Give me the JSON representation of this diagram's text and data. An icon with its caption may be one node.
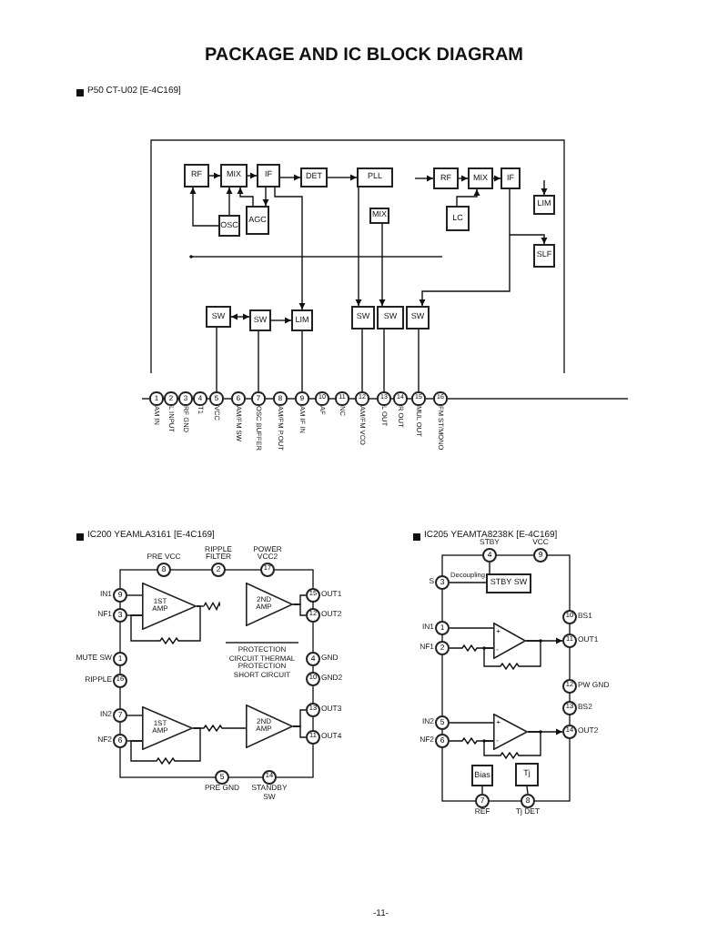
{
  "diagram": {
    "title": "PACKAGE AND IC BLOCK DIAGRAM",
    "nodes": [
      {
        "text": [
          "RF"
        ]
      },
      {
        "text": [
          "MIX"
        ]
      },
      {
        "text": [
          "IF"
        ]
      },
      {
        "text": [
          "DET"
        ]
      },
      {
        "text": [
          "PLL"
        ]
      },
      {
        "text": [
          "RF"
        ]
      },
      {
        "text": [
          "MIX"
        ]
      },
      {
        "text": [
          "IF"
        ]
      },
      {
        "text": [
          "LIM"
        ]
      },
      {
        "text": [
          "SLF"
        ]
      },
      {
        "text": [
          "OSC"
        ]
      },
      {
        "text": [
          "AGC"
        ]
      },
      {
        "text": [
          "MIX"
        ]
      },
      {
        "text": [
          "LC"
        ]
      },
      {
        "text": [
          "SW"
        ]
      },
      {
        "text": [
          "SW"
        ]
      },
      {
        "text": [
          "LIM"
        ]
      },
      {
        "text": [
          "SW"
        ]
      },
      {
        "text": [
          "SW"
        ]
      },
      {
        "text": [
          "SW"
        ]
      },
      {
        "text": [
          "1"
        ],
        "beside": [
          "AM IN"
        ]
      },
      {
        "text": [
          "2"
        ],
        "beside": [
          "L INPUT"
        ]
      },
      {
        "text": [
          "3"
        ],
        "beside": [
          "RF GND"
        ]
      },
      {
        "text": [
          "4"
        ],
        "beside": [
          "T1"
        ]
      },
      {
        "text": [
          "5"
        ],
        "beside": [
          "VCC"
        ]
      },
      {
        "text": [
          "6"
        ],
        "beside": [
          "AM/FM SW"
        ]
      },
      {
        "text": [
          "7"
        ],
        "beside": [
          "OSC BUFFER"
        ]
      },
      {
        "text": [
          "8"
        ],
        "beside": [
          "AM/FM P.OUT"
        ]
      },
      {
        "text": [
          "9"
        ],
        "beside": [
          "AM IF IN"
        ]
      },
      {
        "text": [
          "10"
        ],
        "beside": [
          "AF"
        ]
      },
      {
        "text": [
          "11"
        ],
        "beside": [
          "NC"
        ]
      },
      {
        "text": [
          "12"
        ],
        "beside": [
          "AM/FM VCO"
        ]
      },
      {
        "text": [
          "13"
        ],
        "beside": [
          "L OUT"
        ]
      },
      {
        "text": [
          "14"
        ],
        "beside": [
          "R OUT"
        ]
      },
      {
        "text": [
          "15"
        ],
        "beside": [
          "MUL OUT"
        ]
      },
      {
        "text": [
          "16"
        ],
        "beside": [
          "FM ST/MONO"
        ]
      },
      {
        "text": [
          "8"
        ],
        "beside": [
          "PRE VCC"
        ]
      },
      {
        "text": [
          "2"
        ],
        "beside": [
          "RIPPLE FILTER"
        ]
      },
      {
        "text": [
          "17"
        ],
        "beside": [
          "POWER VCC2"
        ]
      },
      {
        "text": [
          "9"
        ],
        "beside": [
          "IN1"
        ]
      },
      {
        "text": [
          "3"
        ],
        "beside": [
          "NF1"
        ]
      },
      {
        "text": [
          "1"
        ],
        "beside": [
          "MUTE SW"
        ]
      },
      {
        "text": [
          "16"
        ],
        "beside": [
          "RIPPLE"
        ]
      },
      {
        "text": [
          "7"
        ],
        "beside": [
          "IN2"
        ]
      },
      {
        "text": [
          "6"
        ],
        "beside": [
          "NF2"
        ]
      },
      {
        "text": [
          "15"
        ],
        "beside": [
          "OUT1"
        ]
      },
      {
        "text": [
          "12"
        ],
        "beside": [
          "OUT2"
        ]
      },
      {
        "text": [
          "4"
        ],
        "beside": [
          "GND"
        ]
      },
      {
        "text": [
          "10"
        ],
        "beside": [
          "GND2"
        ]
      },
      {
        "text": [
          "13"
        ],
        "beside": [
          "OUT3"
        ]
      },
      {
        "text": [
          "11"
        ],
        "beside": [
          "OUT4"
        ]
      },
      {
        "text": [
          "5"
        ],
        "beside": [
          "PRE GND"
        ]
      },
      {
        "text": [
          "14"
        ],
        "beside": [
          "STANDBY SW"
        ]
      },
      {
        "text": [
          "1ST AMP"
        ]
      },
      {
        "text": [
          "2ND AMP"
        ]
      },
      {
        "text": [
          "1ST AMP"
        ]
      },
      {
        "text": [
          "2ND AMP"
        ]
      },
      {
        "text": [
          "4"
        ],
        "beside": [
          "STBY"
        ]
      },
      {
        "text": [
          "9"
        ],
        "beside": [
          "VCC"
        ]
      },
      {
        "text": [
          "3"
        ],
        "beside": [
          "S"
        ]
      },
      {
        "text": [
          "STBY SW"
        ]
      },
      {
        "text": [
          "1"
        ],
        "beside": [
          "IN1"
        ]
      },
      {
        "text": [
          "2"
        ],
        "beside": [
          "NF1"
        ]
      },
      {
        "text": [
          "5"
        ],
        "beside": [
          "IN2"
        ]
      },
      {
        "text": [
          "6"
        ],
        "beside": [
          "NF2"
        ]
      },
      {
        "text": [
          "10"
        ],
        "beside": [
          "BS1"
        ]
      },
      {
        "text": [
          "11"
        ],
        "beside": [
          "OUT1"
        ]
      },
      {
        "text": [
          "12"
        ],
        "beside": [
          "PW GND"
        ]
      },
      {
        "text": [
          "13"
        ],
        "beside": [
          "BS2"
        ]
      },
      {
        "text": [
          "14"
        ],
        "beside": [
          "OUT2"
        ]
      },
      {
        "text": [
          "+",
          "-"
        ]
      },
      {
        "text": [
          "+",
          "-"
        ]
      },
      {
        "text": [
          "Bias"
        ]
      },
      {
        "text": [
          "Tj"
        ]
      },
      {
        "text": [
          "7"
        ],
        "beside": [
          "REF"
        ]
      },
      {
        "text": [
          "8"
        ],
        "beside": [
          "Tj DET"
        ]
      },
      {
        "text": [],
        "shape": "resistor"
      }
    ],
    "edges": [
      {
        "from": 0,
        "to": 1,
        "arrow": "to"
      },
      {
        "from": 1,
        "to": 2,
        "arrow": "to"
      },
      {
        "from": 2,
        "to": 3,
        "arrow": "to"
      },
      {
        "from": 3,
        "to": 4,
        "arrow": "to"
      },
      {
        "from": null,
        "to": 5,
        "arrow": "to"
      },
      {
        "from": 5,
        "to": 6,
        "arrow": "to"
      },
      {
        "from": 6,
        "to": 7,
        "arrow": "to"
      },
      {
        "from": 10,
        "to": 0,
        "arrow": "to"
      },
      {
        "from": 10,
        "to": 1,
        "arrow": "to"
      },
      {
        "from": 11,
        "to": 1,
        "arrow": "to"
      },
      {
        "from": 2,
        "to": 11,
        "arrow": "to"
      },
      {
        "from": 13,
        "to": 6,
        "arrow": "to"
      },
      {
        "from": null,
        "to": 8,
        "arrow": "to"
      },
      {
        "from": null,
        "to": 9,
        "arrow": "to"
      },
      {
        "from": 14,
        "to": 15,
        "arrow": "both"
      },
      {
        "from": 15,
        "to": 16,
        "arrow": "to"
      },
      {
        "from": 2,
        "to": 16,
        "arrow": "to"
      },
      {
        "from": 14,
        "to": 24,
        "arrow": "none"
      },
      {
        "from": 15,
        "to": 26,
        "arrow": "none"
      },
      {
        "from": 16,
        "to": 28,
        "arrow": "none"
      },
      {
        "from": 17,
        "to": 31,
        "arrow": "none"
      },
      {
        "from": 18,
        "to": 32,
        "arrow": "none"
      },
      {
        "from": 19,
        "to": 34,
        "arrow": "none"
      },
      {
        "from": 4,
        "to": 17,
        "arrow": "to"
      },
      {
        "from": 12,
        "to": 18,
        "arrow": "to"
      },
      {
        "from": 7,
        "to": 19,
        "arrow": "to"
      },
      {
        "from": 39,
        "to": 53,
        "arrow": "none"
      },
      {
        "from": 40,
        "to": 53,
        "arrow": "none"
      },
      {
        "from": 53,
        "to": 76,
        "arrow": "none"
      },
      {
        "from": 54,
        "to": 45,
        "arrow": "none"
      },
      {
        "from": 54,
        "to": 46,
        "arrow": "none"
      },
      {
        "from": 43,
        "to": 55,
        "arrow": "none"
      },
      {
        "from": 44,
        "to": 55,
        "arrow": "none"
      },
      {
        "from": 55,
        "to": 56,
        "arrow": "none"
      },
      {
        "from": 56,
        "to": 49,
        "arrow": "none"
      },
      {
        "from": 56,
        "to": 50,
        "arrow": "none"
      },
      {
        "from": 57,
        "to": 60,
        "arrow": "none"
      },
      {
        "from": 59,
        "to": 60,
        "arrow": "none",
        "label": "Decoupling"
      },
      {
        "from": 61,
        "to": 70,
        "arrow": "none"
      },
      {
        "from": 62,
        "to": 70,
        "arrow": "none"
      },
      {
        "from": 70,
        "to": 66,
        "arrow": "to"
      },
      {
        "from": 63,
        "to": 71,
        "arrow": "none"
      },
      {
        "from": 64,
        "to": 71,
        "arrow": "none"
      },
      {
        "from": 71,
        "to": 69,
        "arrow": "to"
      },
      {
        "from": 72,
        "to": 74,
        "arrow": "none"
      },
      {
        "from": 73,
        "to": 75,
        "arrow": "none"
      },
      {
        "from": 53,
        "to": 53,
        "arrow": "none"
      },
      {
        "from": 55,
        "to": 55,
        "arrow": "none"
      },
      {
        "from": 70,
        "to": 70,
        "arrow": "none"
      },
      {
        "from": 71,
        "to": 71,
        "arrow": "none"
      }
    ],
    "labels": [
      "P50 CT-U02 [E-4C169]",
      "IC200 YEAMLA3161 [E-4C169]",
      "IC205 YEAMTA8238K [E-4C169]",
      "PROTECTION CIRCUIT THERMAL PROTECTION SHORT CIRCUIT",
      "-11-"
    ]
  }
}
